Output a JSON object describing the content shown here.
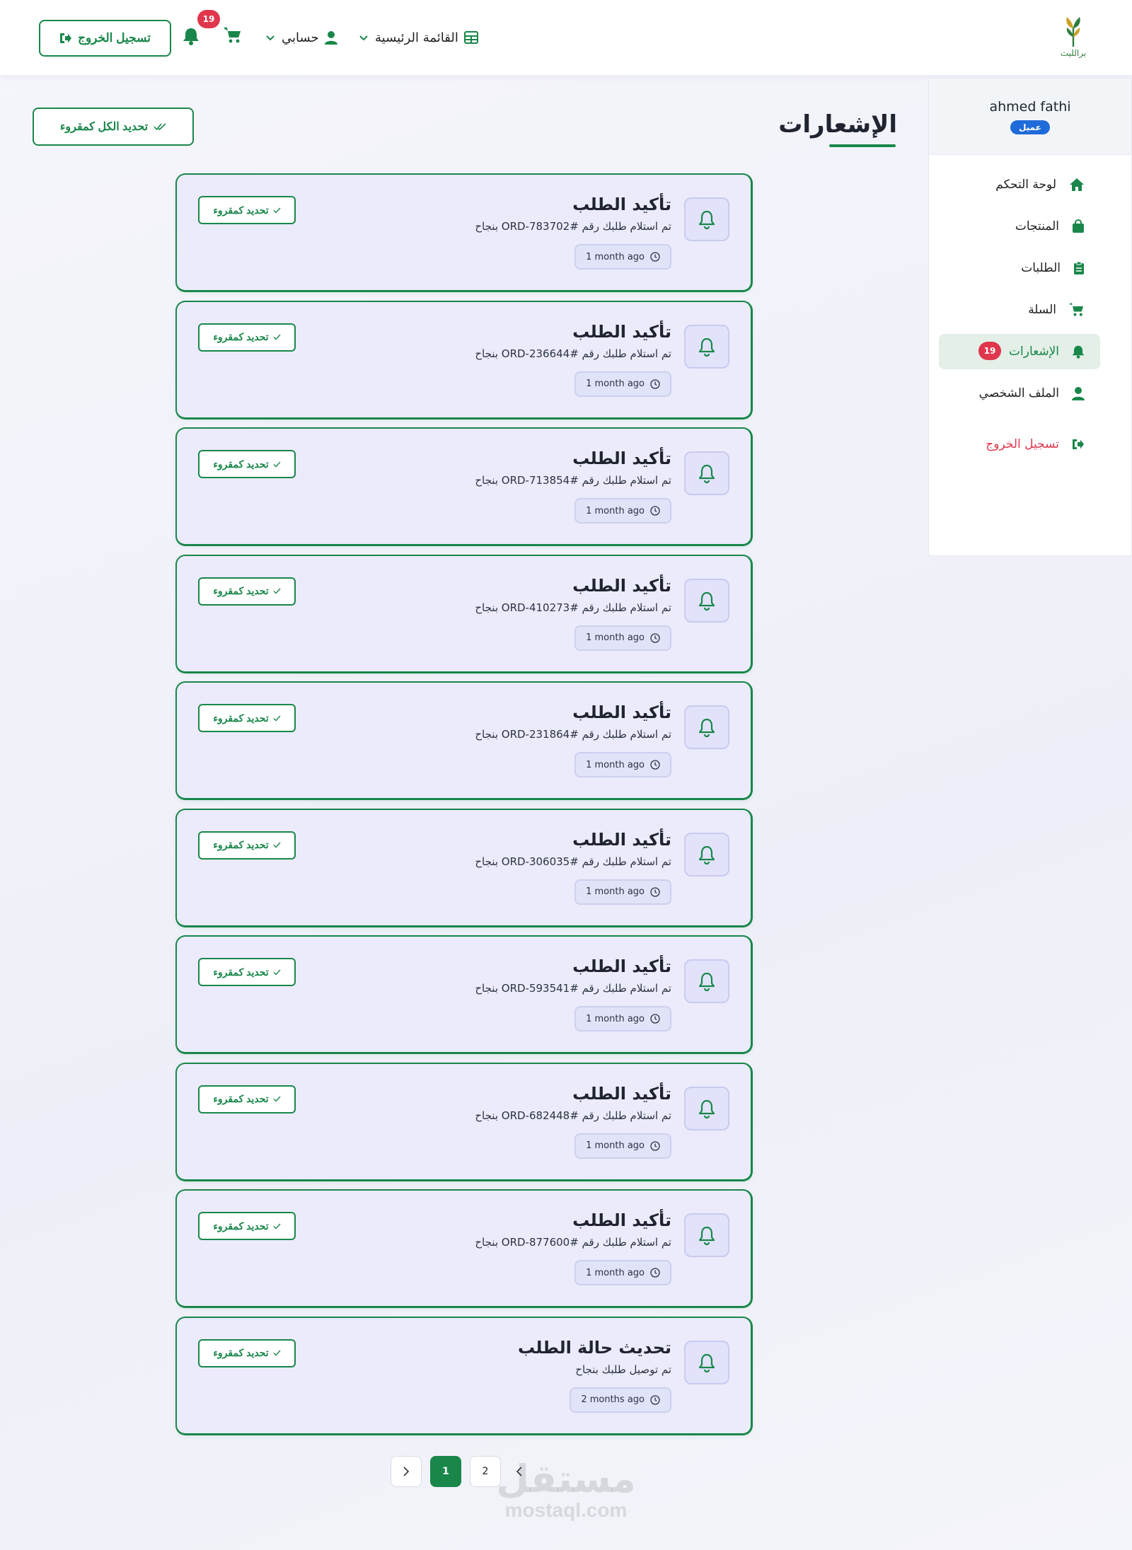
{
  "colors": {
    "accent": "#19874a",
    "danger": "#e0364c",
    "role_badge": "#1f6bd9",
    "card_bg": "#ebebfb"
  },
  "navbar": {
    "logo_text": "برالليث",
    "menu_label": "القائمة الرئيسية",
    "account_label": "حسابي",
    "notifications_count": "19",
    "logout_label": "تسجيل الخروج"
  },
  "sidebar": {
    "user_name": "ahmed fathi",
    "user_role": "عميل",
    "items": [
      {
        "label": "لوحة التحكم",
        "icon": "home-icon"
      },
      {
        "label": "المنتجات",
        "icon": "bag-icon"
      },
      {
        "label": "الطلبات",
        "icon": "clipboard-icon"
      },
      {
        "label": "السلة",
        "icon": "cart-icon"
      },
      {
        "label": "الإشعارات",
        "icon": "bell-icon",
        "badge": "19",
        "active": true
      },
      {
        "label": "الملف الشخصي",
        "icon": "user-icon"
      }
    ],
    "logout_label": "تسجيل الخروج"
  },
  "page": {
    "title": "الإشعارات",
    "mark_all_label": "تحديد الكل كمقروء"
  },
  "notifications": [
    {
      "title": "تأكيد الطلب",
      "message": "تم استلام طلبك رقم #ORD-783702 بنجاح",
      "time": "1 month ago",
      "action": "تحديد كمقروء"
    },
    {
      "title": "تأكيد الطلب",
      "message": "تم استلام طلبك رقم #ORD-236644 بنجاح",
      "time": "1 month ago",
      "action": "تحديد كمقروء"
    },
    {
      "title": "تأكيد الطلب",
      "message": "تم استلام طلبك رقم #ORD-713854 بنجاح",
      "time": "1 month ago",
      "action": "تحديد كمقروء"
    },
    {
      "title": "تأكيد الطلب",
      "message": "تم استلام طلبك رقم #ORD-410273 بنجاح",
      "time": "1 month ago",
      "action": "تحديد كمقروء"
    },
    {
      "title": "تأكيد الطلب",
      "message": "تم استلام طلبك رقم #ORD-231864 بنجاح",
      "time": "1 month ago",
      "action": "تحديد كمقروء"
    },
    {
      "title": "تأكيد الطلب",
      "message": "تم استلام طلبك رقم #ORD-306035 بنجاح",
      "time": "1 month ago",
      "action": "تحديد كمقروء"
    },
    {
      "title": "تأكيد الطلب",
      "message": "تم استلام طلبك رقم #ORD-593541 بنجاح",
      "time": "1 month ago",
      "action": "تحديد كمقروء"
    },
    {
      "title": "تأكيد الطلب",
      "message": "تم استلام طلبك رقم #ORD-682448 بنجاح",
      "time": "1 month ago",
      "action": "تحديد كمقروء"
    },
    {
      "title": "تأكيد الطلب",
      "message": "تم استلام طلبك رقم #ORD-877600 بنجاح",
      "time": "1 month ago",
      "action": "تحديد كمقروء"
    },
    {
      "title": "تحديث حالة الطلب",
      "message": "تم توصيل طلبك بنجاح",
      "time": "2 months ago",
      "action": "تحديد كمقروء"
    }
  ],
  "pagination": {
    "pages": [
      "1",
      "2"
    ],
    "current": "1"
  },
  "watermark": {
    "arabic": "مستقل",
    "latin": "mostaql.com"
  }
}
